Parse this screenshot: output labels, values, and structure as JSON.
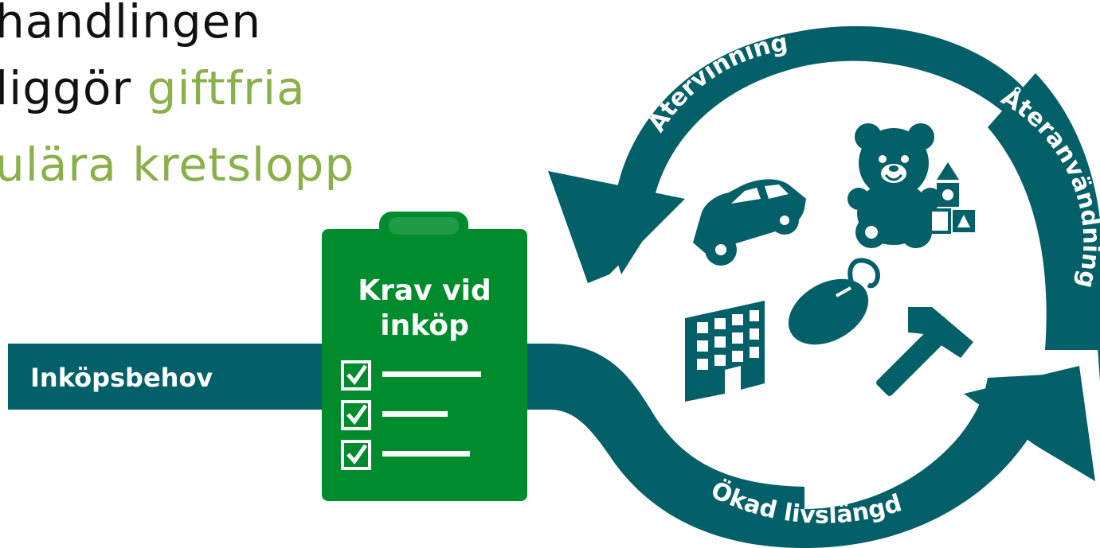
{
  "headline": {
    "line1": "handlingen",
    "line2_black": "liggör ",
    "line2_green": "giftfria",
    "line3": "ulära kretslopp"
  },
  "flow": {
    "start_label": "Inköpsbehov",
    "clipboard_title_1": "Krav vid",
    "clipboard_title_2": "inköp"
  },
  "cycle": {
    "labels": {
      "recycling": "Återvinning",
      "reuse": "Återanvändning",
      "longer_life": "Ökad livslängd"
    }
  },
  "icons": [
    "car-icon",
    "teddy-bear-icon",
    "toy-blocks-icon",
    "computer-mouse-icon",
    "building-icon",
    "hammer-icon",
    "checkbox-icon"
  ],
  "colors": {
    "teal": "#046068",
    "green": "#008c2c",
    "light_green": "#8ab04a",
    "white": "#ffffff",
    "black": "#111111"
  }
}
